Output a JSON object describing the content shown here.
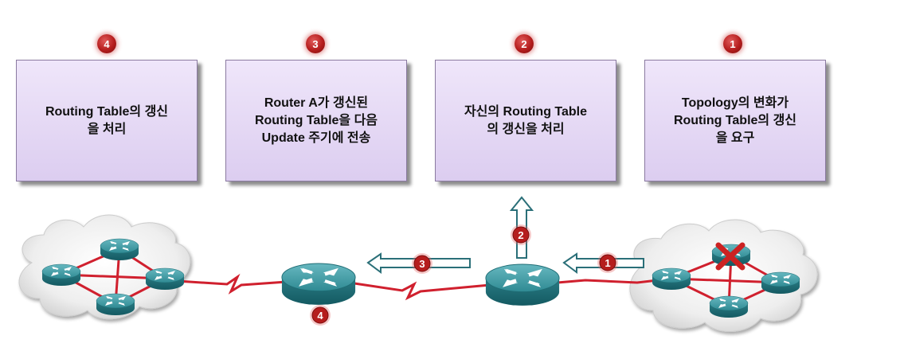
{
  "steps": [
    {
      "number": "4",
      "text": "Routing Table의 갱신\n을 처리"
    },
    {
      "number": "3",
      "text": "Router A가 갱신된\nRouting Table을 다음\nUpdate 주기에 전송"
    },
    {
      "number": "2",
      "text": "자신의 Routing Table\n의 갱신을 처리"
    },
    {
      "number": "1",
      "text": "Topology의 변화가\nRouting Table의 갱신\n을 요구"
    }
  ],
  "diagram_markers": {
    "arrow_right_number": "1",
    "arrow_up_number": "2",
    "arrow_left_number": "3",
    "router_a_number": "4"
  },
  "colors": {
    "box_fill": "#e6dcf5",
    "badge": "#b51d1d",
    "link": "#d0202e",
    "router": "#2f8a93",
    "failure_mark": "#cc2222"
  },
  "icons": {
    "router": "router-icon",
    "cloud": "cloud-icon",
    "failure": "x-mark-icon",
    "arrow": "arrow-icon"
  }
}
